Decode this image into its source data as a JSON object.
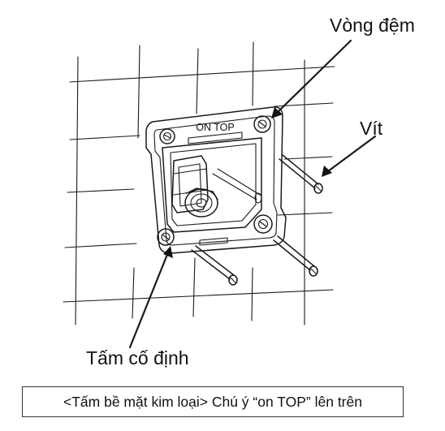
{
  "labels": {
    "washer": "Vòng đệm",
    "screw": "Vít",
    "fixing_plate": "Tấm cố định",
    "on_top": "ON TOP"
  },
  "caption": "<Tấm bề mặt kim loại> Chú ý “on TOP” lên trên"
}
